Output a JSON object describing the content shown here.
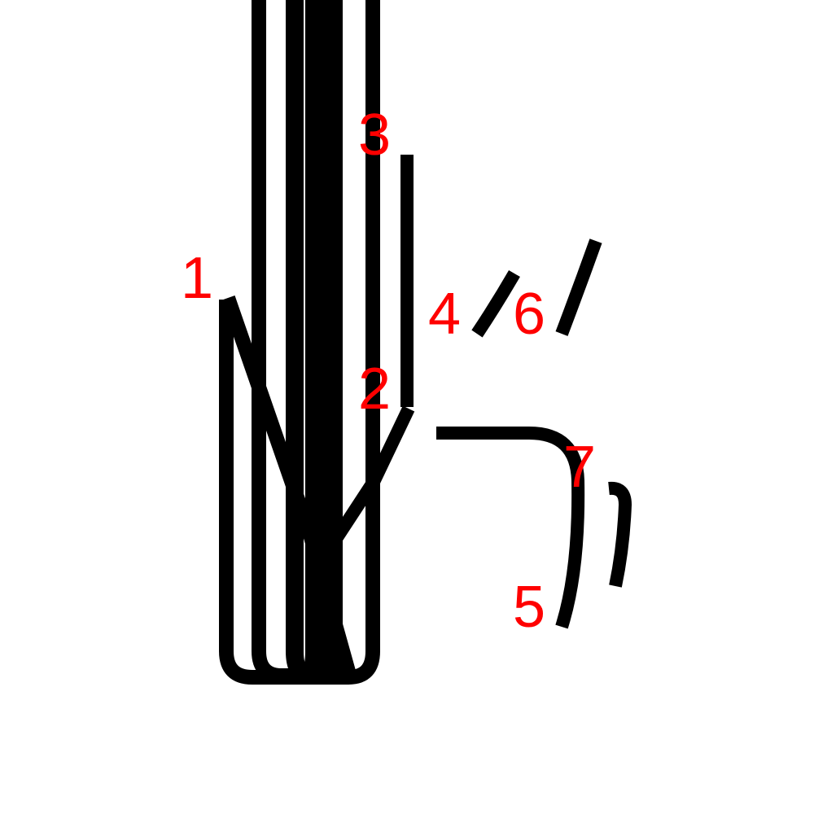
{
  "colors": {
    "background": "#ffffff",
    "stroke": "#000000",
    "label": "#ff0000"
  },
  "stroke_labels": [
    "1",
    "2",
    "3",
    "4",
    "5",
    "6",
    "7"
  ]
}
